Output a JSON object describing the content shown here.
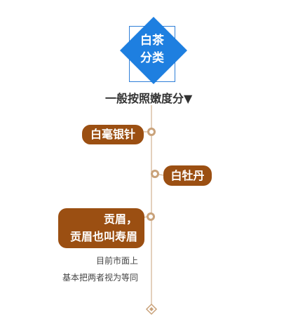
{
  "root": {
    "lines": [
      "白茶",
      "分类"
    ],
    "color": "#1e7fe0"
  },
  "subtitle": "一般按照嫩度分▼",
  "branches": [
    {
      "label": "白毫银针"
    },
    {
      "label": "白牡丹"
    },
    {
      "lines": [
        "贡眉，",
        "贡眉也叫寿眉"
      ],
      "note": [
        "目前市面上",
        "基本把两者视为等同"
      ]
    }
  ],
  "colors": {
    "node": "#9b4f12",
    "line": "#c9a27a",
    "root_border": "#2f7fd8"
  }
}
